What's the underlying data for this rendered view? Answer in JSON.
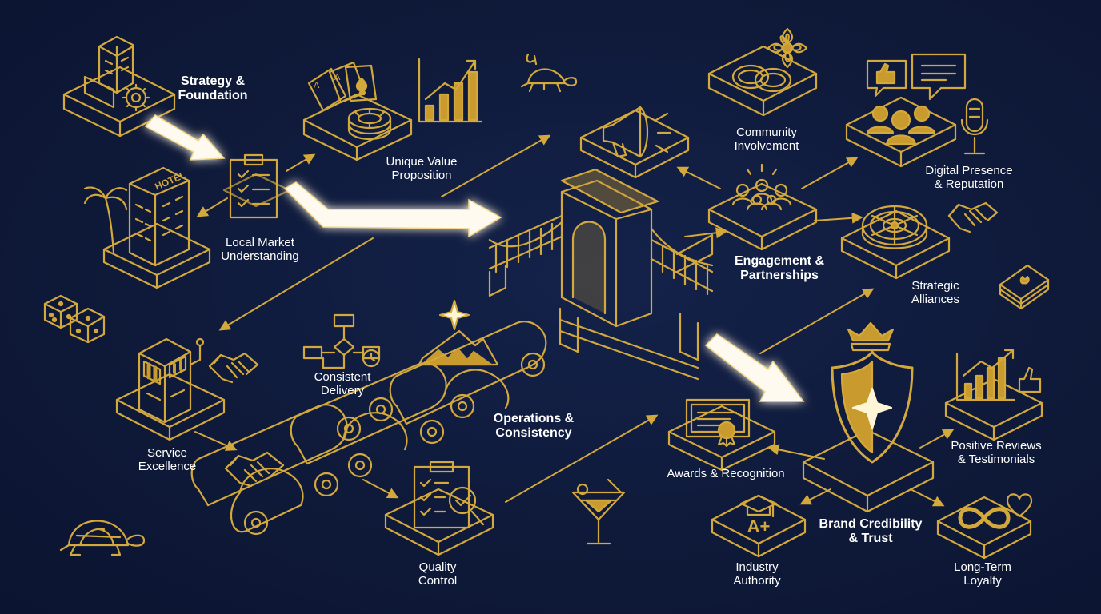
{
  "colors": {
    "background": "#0f1a3a",
    "gold": "#d4a93c",
    "gold_fill": "#c99a2e",
    "arrow_glow": "#fff6d8",
    "text": "#ffffff"
  },
  "labels": {
    "strategy": [
      "Strategy &",
      "Foundation"
    ],
    "uvp": [
      "Unique Value",
      "Proposition"
    ],
    "local": [
      "Local Market",
      "Understanding"
    ],
    "consistent": [
      "Consistent",
      "Delivery"
    ],
    "operations": [
      "Operations &",
      "Consistency"
    ],
    "service": [
      "Service",
      "Excellence"
    ],
    "quality": [
      "Quality",
      "Control"
    ],
    "community": [
      "Community",
      "Involvement"
    ],
    "digital": [
      "Digital Presence",
      "& Reputation"
    ],
    "engagement": [
      "Engagement &",
      "Partnerships"
    ],
    "alliances": [
      "Strategic",
      "Alliances"
    ],
    "awards": [
      "Awards & Recognition"
    ],
    "reviews": [
      "Positive Reviews",
      "& Testimonials"
    ],
    "brand": [
      "Brand Credibility",
      "& Trust"
    ],
    "authority": [
      "Industry",
      "Authority"
    ],
    "loyalty": [
      "Long-Term",
      "Loyalty"
    ]
  },
  "icon_text": {
    "hotel_sign": "HOTEL",
    "grade": "A+"
  },
  "icons": [
    "building-icon",
    "gear-icon",
    "clipboard-icon",
    "hotel-icon",
    "palm-tree-icon",
    "playing-cards-icon",
    "poker-chip-icon",
    "bar-chart-icon",
    "turtle-icon",
    "megaphone-icon",
    "rings-icon",
    "flower-icon",
    "like-icon",
    "speech-bubble-icon",
    "group-icon",
    "microphone-icon",
    "roulette-icon",
    "handshake-icon",
    "cards-deck-icon",
    "dice-icon",
    "slot-machine-icon",
    "flowchart-icon",
    "star-icon",
    "mountain-icon",
    "bridge-icon",
    "crown-icon",
    "shield-icon",
    "certificate-icon",
    "growth-chart-icon",
    "checklist-icon",
    "magnifier-icon",
    "cocktail-icon",
    "infinity-icon",
    "heart-icon",
    "graduation-cap-icon"
  ]
}
